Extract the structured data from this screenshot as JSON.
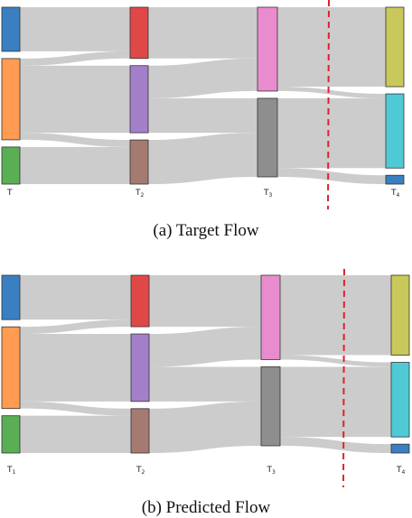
{
  "colors": {
    "blue": "#3a7fc1",
    "orange": "#ff9c52",
    "green": "#5aaf55",
    "red": "#e04848",
    "purple": "#a47fc9",
    "brown": "#a57a70",
    "pink": "#e88ccd",
    "gray": "#8e8e8e",
    "olive": "#c9c85a",
    "cyan": "#4fcad5",
    "steel": "#3a7fc1",
    "flow": "#cccccc",
    "cut": "#e0222a"
  },
  "panels": [
    {
      "caption": "(a) Target Flow",
      "axis_labels": [
        "T",
        "T2",
        "T3",
        "T4"
      ],
      "stages": [
        [
          {
            "id": "a1",
            "color": "blue",
            "value": 50
          },
          {
            "id": "a2",
            "color": "orange",
            "value": 92
          },
          {
            "id": "a3",
            "color": "green",
            "value": 42
          }
        ],
        [
          {
            "id": "b1",
            "color": "red",
            "value": 58
          },
          {
            "id": "b2",
            "color": "purple",
            "value": 76
          },
          {
            "id": "b3",
            "color": "brown",
            "value": 50
          }
        ],
        [
          {
            "id": "c1",
            "color": "pink",
            "value": 95
          },
          {
            "id": "c2",
            "color": "gray",
            "value": 89
          }
        ],
        [
          {
            "id": "d1",
            "color": "olive",
            "value": 90
          },
          {
            "id": "d2",
            "color": "cyan",
            "value": 84
          },
          {
            "id": "d3",
            "color": "steel",
            "value": 10
          }
        ]
      ],
      "links": [
        [
          0,
          0,
          0,
          50
        ],
        [
          0,
          1,
          0,
          8
        ],
        [
          0,
          1,
          1,
          76
        ],
        [
          0,
          1,
          2,
          8
        ],
        [
          0,
          2,
          2,
          42
        ],
        [
          1,
          0,
          0,
          58
        ],
        [
          1,
          1,
          0,
          37
        ],
        [
          1,
          1,
          1,
          39
        ],
        [
          1,
          2,
          1,
          50
        ],
        [
          2,
          0,
          0,
          90
        ],
        [
          2,
          0,
          1,
          5
        ],
        [
          2,
          1,
          1,
          79
        ],
        [
          2,
          1,
          2,
          10
        ]
      ]
    },
    {
      "caption": "(b) Predicted Flow",
      "axis_labels": [
        "T1",
        "T2",
        "T3",
        "T4"
      ],
      "stages": [
        [
          {
            "id": "a1",
            "color": "blue",
            "value": 50
          },
          {
            "id": "a2",
            "color": "orange",
            "value": 92
          },
          {
            "id": "a3",
            "color": "green",
            "value": 42
          }
        ],
        [
          {
            "id": "b1",
            "color": "red",
            "value": 58
          },
          {
            "id": "b2",
            "color": "purple",
            "value": 76
          },
          {
            "id": "b3",
            "color": "brown",
            "value": 50
          }
        ],
        [
          {
            "id": "c1",
            "color": "pink",
            "value": 95
          },
          {
            "id": "c2",
            "color": "gray",
            "value": 89
          }
        ],
        [
          {
            "id": "d1",
            "color": "olive",
            "value": 90
          },
          {
            "id": "d2",
            "color": "cyan",
            "value": 84
          },
          {
            "id": "d3",
            "color": "steel",
            "value": 10
          }
        ]
      ],
      "links": [
        [
          0,
          0,
          0,
          50
        ],
        [
          0,
          1,
          0,
          8
        ],
        [
          0,
          1,
          1,
          76
        ],
        [
          0,
          1,
          2,
          8
        ],
        [
          0,
          2,
          2,
          42
        ],
        [
          1,
          0,
          0,
          58
        ],
        [
          1,
          1,
          0,
          37
        ],
        [
          1,
          1,
          1,
          39
        ],
        [
          1,
          2,
          1,
          50
        ],
        [
          2,
          0,
          0,
          90
        ],
        [
          2,
          0,
          1,
          5
        ],
        [
          2,
          1,
          1,
          79
        ],
        [
          2,
          1,
          2,
          10
        ]
      ]
    }
  ]
}
